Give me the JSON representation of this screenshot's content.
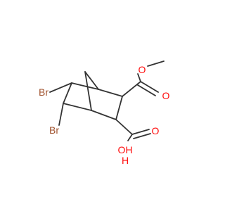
{
  "molecule": {
    "labels": {
      "br_top": "Br",
      "br_bottom": "Br",
      "o_methoxy": "O",
      "o_ester_carbonyl": "O",
      "o_acid_carbonyl": "O",
      "oh_acid": "OH",
      "h_acid": "H"
    },
    "colors": {
      "bond": "#333333",
      "bromine": "#a0522d",
      "oxygen": "#ff0d0d"
    }
  }
}
